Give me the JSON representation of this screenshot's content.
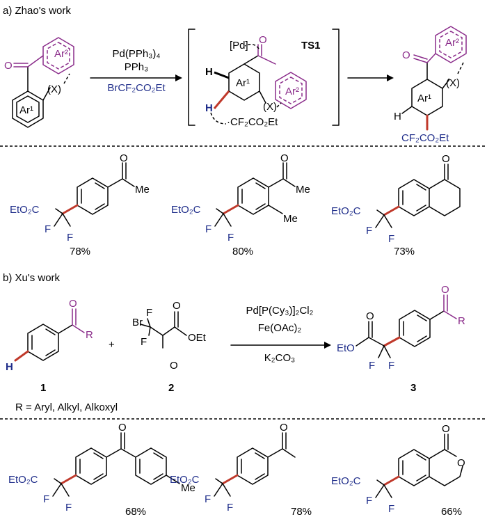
{
  "part_a": {
    "heading": "a) Zhao's work",
    "reagent_1": "Pd(PPh₃)₄",
    "reagent_2": "PPh₃",
    "reagent_3": "BrCF₂CO₂Et",
    "ts_label": "TS1",
    "pd_label": "[Pd]",
    "radical_label": "·CF₂CO₂Et",
    "ring_labels": [
      "Ar¹",
      "Ar²",
      "(X)"
    ],
    "product_group": "CF₂CO₂Et",
    "h_label": "H",
    "ester_label": "EtO₂C",
    "fluorine": "F",
    "me_label": "Me",
    "yields": [
      "78%",
      "80%",
      "73%"
    ]
  },
  "part_b": {
    "heading": "b) Xu's work",
    "reagent_1": "Pd[P(Cy₃)]₂Cl₂",
    "reagent_2": "Fe(OAc)₂",
    "reagent_3": "K₂CO₃",
    "plus": "+",
    "r_label": "R",
    "r_definition": "R = Aryl, Alkyl, Alkoxyl",
    "br_label": "Br",
    "oet_label": "OEt",
    "eto_label": "EtO",
    "o_label": "O",
    "compound_numbers": [
      "1",
      "2",
      "3"
    ],
    "yields": [
      "68%",
      "78%",
      "66%"
    ]
  },
  "colors": {
    "purple": "#8a2b8a",
    "blue": "#1f2d8a",
    "red_bond": "#c0392b"
  }
}
